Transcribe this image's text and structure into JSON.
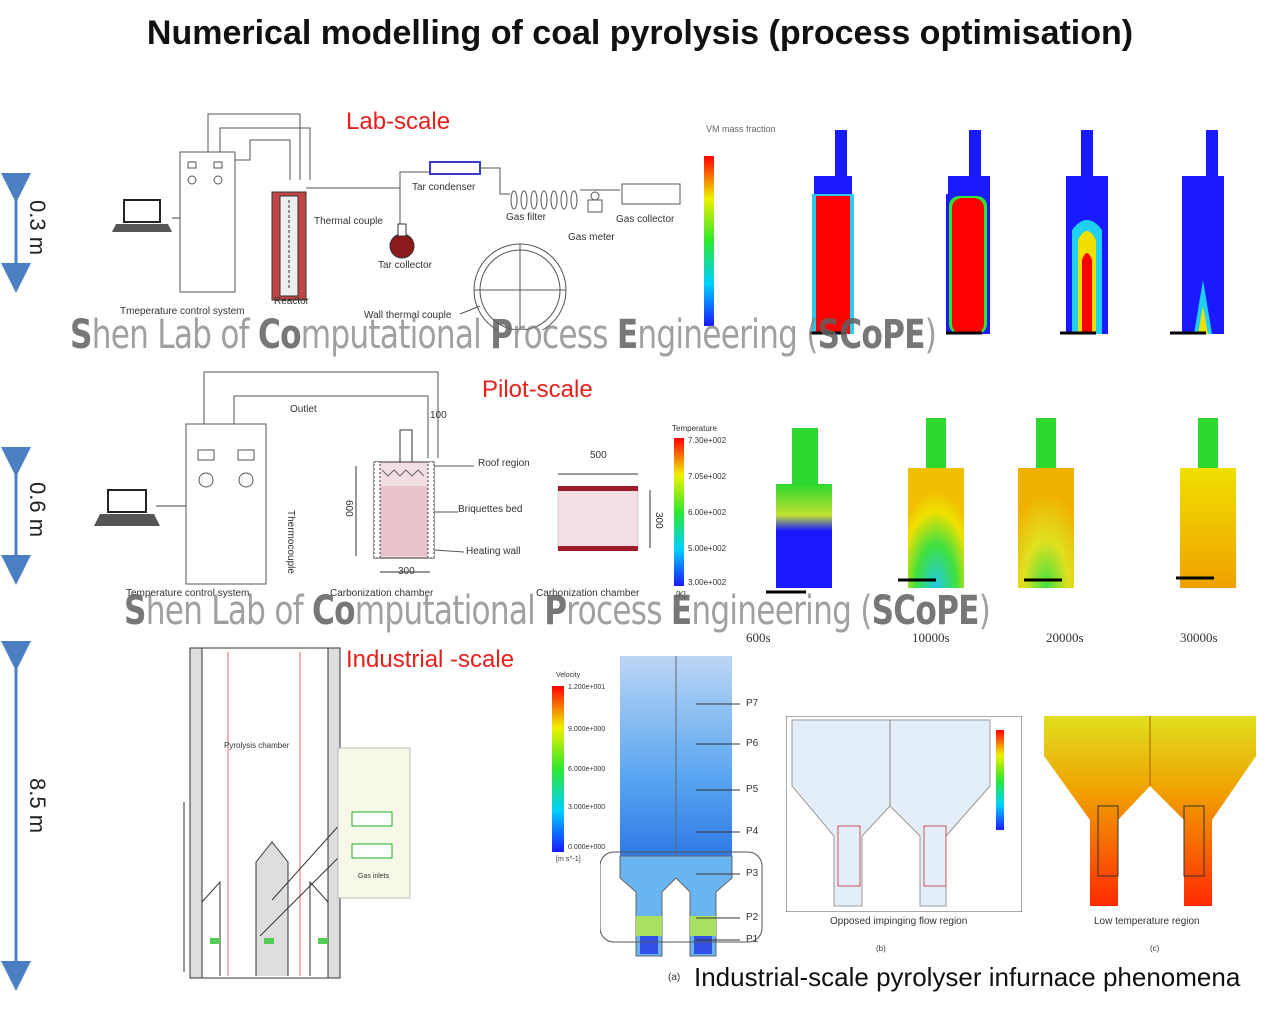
{
  "title": "Numerical modelling of coal pyrolysis (process optimisation)",
  "scales": {
    "lab": "Lab-scale",
    "pilot": "Pilot-scale",
    "industrial": "Industrial -scale"
  },
  "dimensions": {
    "lab": "0.3 m",
    "pilot": "0.6 m",
    "industrial": "8.5 m"
  },
  "watermark": {
    "prefix1": "S",
    "rest1": "hen Lab of ",
    "prefix2": "Co",
    "rest2": "mputational ",
    "prefix3": "P",
    "rest3": "rocess ",
    "prefix4": "E",
    "rest4": "ngineering (",
    "acronym": "SCoPE",
    "close": ")"
  },
  "lab_labels": {
    "temp_control": "Tmeperature control system",
    "reactor": "Reactor",
    "thermal_couple": "Thermal couple",
    "tar_condenser": "Tar condenser",
    "gas_filter": "Gas filter",
    "gas_meter": "Gas meter",
    "gas_collector": "Gas collector",
    "tar_collector": "Tar collector",
    "wall_thermal_couple": "Wall thermal couple",
    "vm_mass_fraction": "VM mass fraction"
  },
  "pilot_labels": {
    "outlet": "Outlet",
    "d100": "100",
    "roof_region": "Roof region",
    "briquettes_bed": "Briquettes bed",
    "heating_wall": "Heating wall",
    "thermocouple": "Thermocouple",
    "h600": "600",
    "w300": "300",
    "w500": "500",
    "h300": "300",
    "temp_control": "Temperature control system",
    "carbonization_chamber": "Carbonization chamber",
    "carbonization_chamber2": "Carbonization chamber",
    "temperature": "Temperature",
    "ticks": [
      "7.30e+002",
      "7.05e+002",
      "6.00e+002",
      "5.00e+002",
      "3.00e+002"
    ],
    "unit": "[K]",
    "times": [
      "600s",
      "10000s",
      "20000s",
      "30000s"
    ]
  },
  "industrial_labels": {
    "pyrolysis_chamber": "Pyrolysis chamber",
    "gas_inlets": "Gas inlets",
    "velocity": "Velocity",
    "v_ticks": [
      "1.200e+001",
      "9.000e+000",
      "6.000e+000",
      "3.000e+000",
      "0.000e+000"
    ],
    "v_unit": "[m s^-1]",
    "points": [
      "P7",
      "P6",
      "P5",
      "P4",
      "P3",
      "P2",
      "P1"
    ],
    "opposed": "Opposed impinging flow region",
    "low_temp": "Low temperature region",
    "panel_a": "(a)",
    "panel_b": "(b)",
    "panel_c": "(c)",
    "caption": "Industrial-scale pyrolyser infurnace phenomena"
  },
  "colors": {
    "accent_red": "#e8201c",
    "arrow_blue": "#4a7fc1"
  }
}
